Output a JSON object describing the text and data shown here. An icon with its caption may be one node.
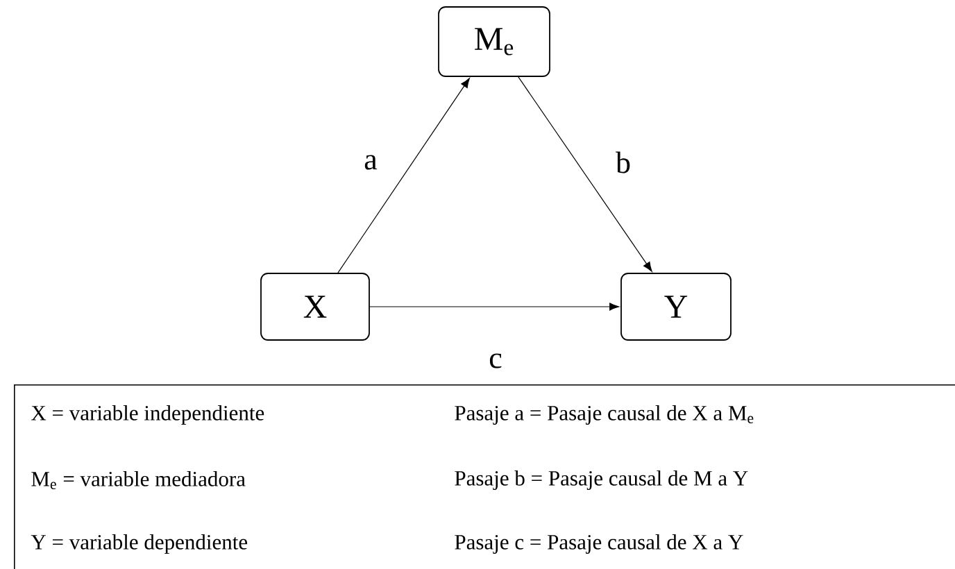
{
  "diagram": {
    "nodes": [
      {
        "text": [
          "M$_{e}$"
        ]
      },
      {
        "text": [
          "X"
        ]
      },
      {
        "text": [
          "Y"
        ]
      },
      {
        "text": [
          "X = variable independiente",
          "Pasaje a = Pasaje causal de X a M$_{e}$",
          "M$_{e}$ = variable mediadora",
          "Pasaje b = Pasaje causal de M a Y",
          "Y = variable dependiente",
          "Pasaje c = Pasaje causal de X a Y"
        ]
      }
    ],
    "edges": [
      {
        "from": 1,
        "to": 0,
        "arrow": "to",
        "label": "a"
      },
      {
        "from": 0,
        "to": 2,
        "arrow": "to",
        "label": "b"
      },
      {
        "from": 1,
        "to": 2,
        "arrow": "to",
        "label": "c"
      }
    ]
  }
}
